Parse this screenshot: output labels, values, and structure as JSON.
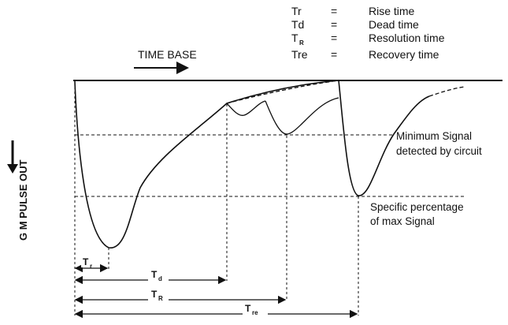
{
  "legend": [
    {
      "symbol": "Tr",
      "sub": "",
      "eq": "=",
      "meaning": "Rise time"
    },
    {
      "symbol": "Td",
      "sub": "",
      "eq": "=",
      "meaning": "Dead time"
    },
    {
      "symbol": "T",
      "sub": "R",
      "eq": "=",
      "meaning": "Resolution time"
    },
    {
      "symbol": "Tre",
      "sub": "",
      "eq": "=",
      "meaning": "Recovery time"
    }
  ],
  "time_base_label": "TIME BASE",
  "y_axis_label": "G M PULSE OUT",
  "annotations": {
    "min_signal_line1": "Minimum Signal",
    "min_signal_line2": "detected by circuit",
    "specific_line1": "Specific percentage",
    "specific_line2": "of max Signal"
  },
  "intervals": {
    "tr": {
      "main": "T",
      "sub": "r"
    },
    "td": {
      "main": "T",
      "sub": "d"
    },
    "tR": {
      "main": "T",
      "sub": "R"
    },
    "tre": {
      "main": "T",
      "sub": "re"
    }
  }
}
